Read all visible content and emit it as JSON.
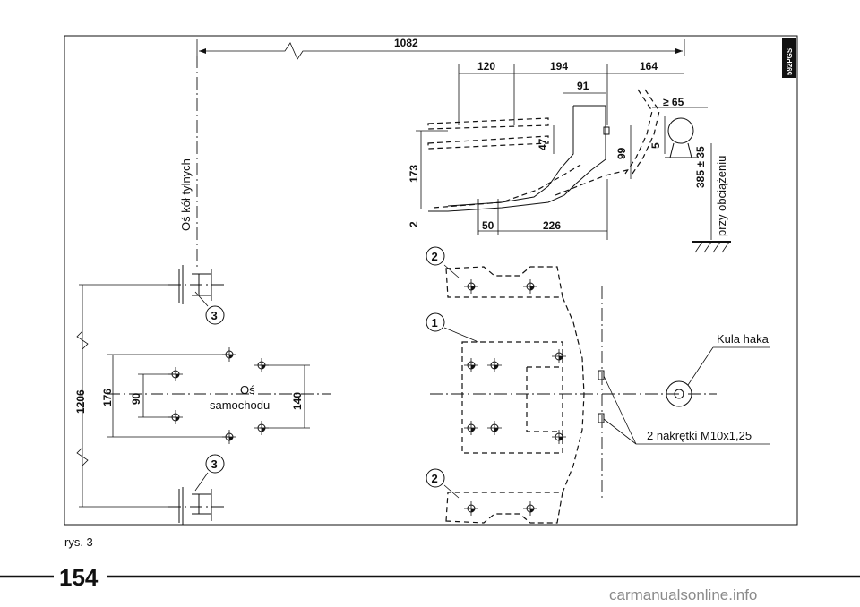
{
  "drawing": {
    "code": "592PGS",
    "dimensions": {
      "total": "1082",
      "d120": "120",
      "d194": "194",
      "d164": "164",
      "d91": "91",
      "d65": "≥ 65",
      "d47": "47",
      "d5": "5",
      "d99": "99",
      "d173": "173",
      "d385": "385 ± 35",
      "d2": "2",
      "d50": "50",
      "d226": "226",
      "d1206": "1206",
      "d176": "176",
      "d90": "90",
      "d140": "140"
    },
    "labels": {
      "rear_axle": "Oś kół tylnych",
      "loaded": "przy obciążeniu",
      "vehicle_axis_1": "Oś",
      "vehicle_axis_2": "samochodu",
      "hitch_ball": "Kula haka",
      "nuts": "2 nakrętki M10x1,25"
    },
    "callouts": {
      "c1": "1",
      "c2a": "2",
      "c2b": "2",
      "c3a": "3",
      "c3b": "3"
    }
  },
  "caption": "rys. 3",
  "page_number": "154",
  "watermark": "carmanualsonline.info"
}
